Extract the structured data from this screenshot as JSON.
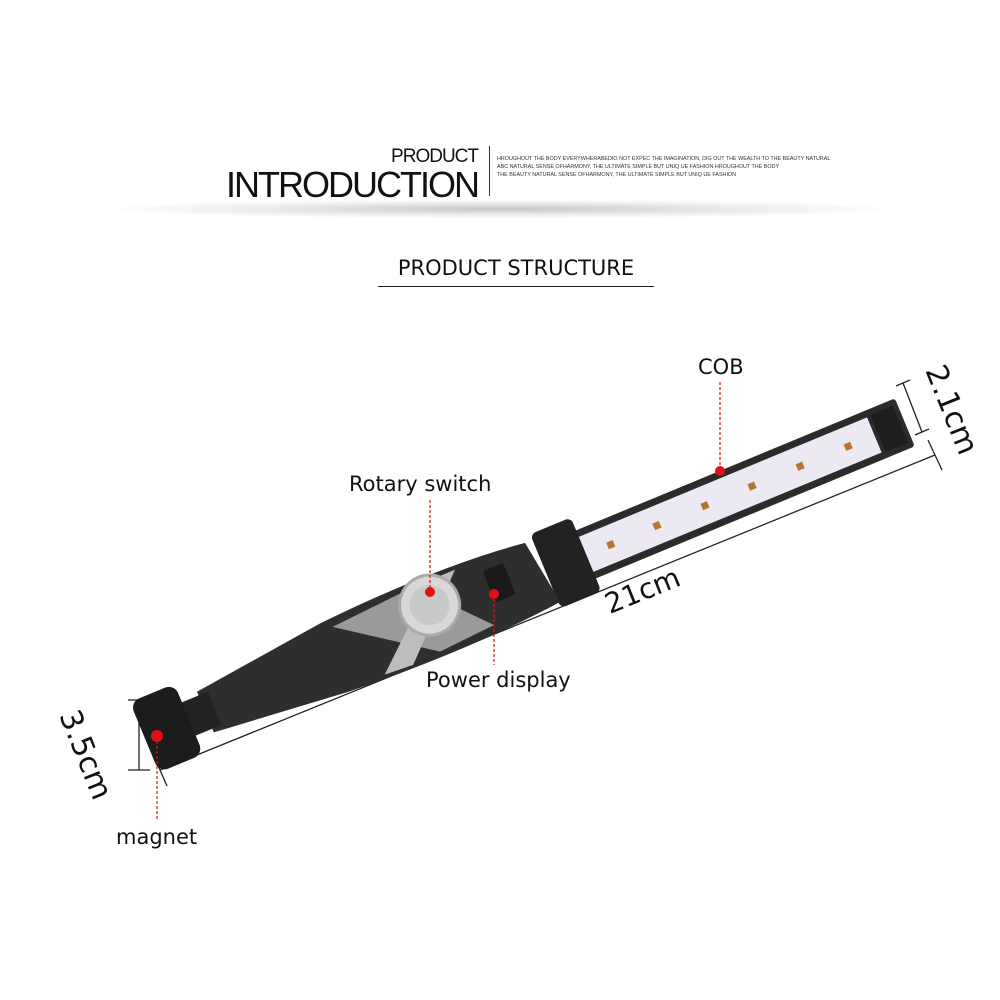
{
  "header": {
    "small_title": "PRODUCT",
    "big_title": "INTRODUCTION",
    "blurb_lines": [
      "HROUGHOUT THE BODY EVERYWHERABEDIO NOT EXPEC THE IMAGINATION, DIG OUT THE WEALTH TO THE BEAUTY NATURAL",
      "ABC NATURAL SENSE OFHARMONY, THE ULTIMATE SIMPLE BUT UNIQ UE FASHION HROUGHOUT THE BODY",
      "THE BEAUTY NATURAL SENSE OFHARMONY, THE ULTIMATE SIMPLE BUT UNIQ UE FASHION"
    ]
  },
  "section_title": "PRODUCT STRUCTURE",
  "labels": {
    "cob": "COB",
    "rotary_switch": "Rotary switch",
    "power_display": "Power display",
    "magnet": "magnet"
  },
  "dimensions": {
    "length": "21cm",
    "head_width": "2.1cm",
    "base_width": "3.5cm"
  },
  "colors": {
    "callout": "#e0101a",
    "body": "#2a2a2a",
    "accent_gray": "#9a9a9a"
  }
}
